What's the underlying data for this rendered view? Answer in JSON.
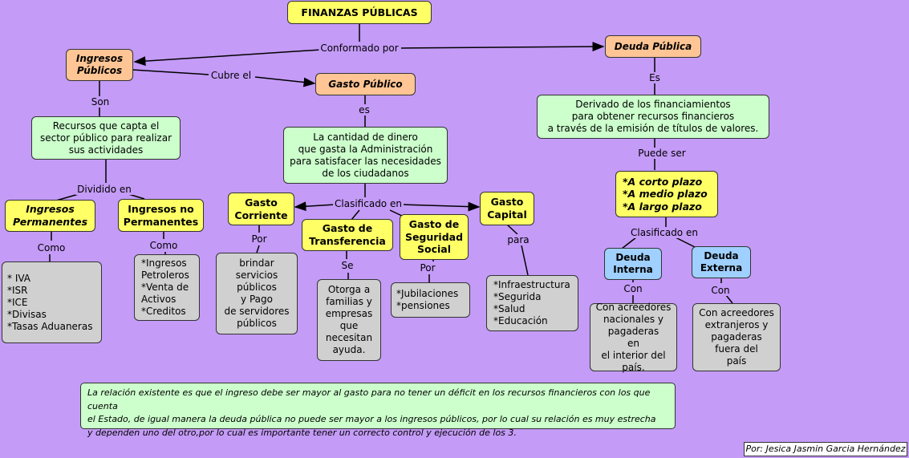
{
  "title": "FINANZAS PÚBLICAS",
  "nodes": {
    "ingresos_publicos": "Ingresos\nPúblicos",
    "deuda_publica": "Deuda Pública",
    "gasto_publico": "Gasto Público",
    "recursos": "Recursos que capta el\nsector público para realizar\nsus actividades",
    "cantidad_dinero": "La cantidad de dinero\nque gasta la Administración\npara satisfacer las necesidades\nde los ciudadanos",
    "derivado": "Derivado de los financiamientos\npara obtener recursos financieros\na través de la emisión de títulos de valores.",
    "ingresos_permanentes": "Ingresos\nPermanentes",
    "ingresos_no_permanentes": "Ingresos no\nPermanentes",
    "gasto_corriente": "Gasto\nCorriente",
    "gasto_transferencia": "Gasto de\nTransferencia",
    "gasto_seguridad": "Gasto de\nSeguridad\nSocial",
    "gasto_capital": "Gasto\nCapital",
    "plazos": "*A corto plazo\n*A medio plazo\n*A largo plazo",
    "deuda_interna": "Deuda\nInterna",
    "deuda_externa": "Deuda\nExterna",
    "lista_permanentes": "* IVA\n*ISR\n*ICE\n*Divisas\n*Tasas Aduaneras",
    "lista_no_permanentes": "*Ingresos\nPetroleros\n*Venta de\nActivos\n*Creditos",
    "brindar": "brindar\nservicios\npúblicos\ny Pago\nde servidores\npúblicos",
    "otorga": "Otorga a\nfamilias y\nempresas\nque\nnecesitan\nayuda.",
    "jubilaciones": "*Jubilaciones\n*pensiones",
    "infraestructura": "*Infraestructura\n*Segurida\n*Salud\n*Educación",
    "acreedores_nacionales": "Con acreedores\nnacionales y\npagaderas\nen\nel interior del\npaís.",
    "acreedores_extranjeros": "Con acreedores\nextranjeros y\npagaderas\nfuera del\npaís"
  },
  "labels": {
    "conformado_por": "Conformado por",
    "cubre_el": "Cubre el",
    "son": "Son",
    "es_gasto": "es",
    "es_deuda": "Es",
    "dividido_en": "Dividido en",
    "clasificado_en_gasto": "Clasificado en",
    "puede_ser": "Puede ser",
    "clasificado_en_deuda": "Clasificado en",
    "como_perm": "Como",
    "como_noperm": "Como",
    "por_corriente": "Por",
    "se_transf": "Se",
    "por_seguridad": "Por",
    "para_capital": "para",
    "con_interna": "Con",
    "con_externa": "Con"
  },
  "note": "La relación  existente es que el ingreso debe ser mayor al gasto para no tener un déficit en los recursos financieros con los que cuenta\nel Estado, de igual manera la deuda pública no puede ser mayor a los ingresos públicos, por lo cual su relación es muy estrecha\ny dependen uno del otro,por lo cual es importante tener un correcto control y ejecución de los 3.",
  "author": "Por: Jesica Jasmin Garcia Hernández",
  "colors": {
    "background": "#c49bf7",
    "yellow": "#ffff66",
    "orange": "#ffc594",
    "green": "#ccffcc",
    "grey": "#d0d0d0",
    "blue": "#9fd0ff"
  }
}
